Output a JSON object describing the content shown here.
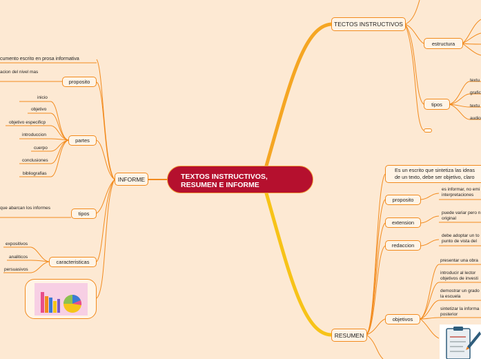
{
  "central": {
    "line1": "TEXTOS INSTRUCTIVOS,",
    "line2": "RESUMEN E INFORME"
  },
  "textos": {
    "title": "TECTOS INSTRUCTIVOS",
    "estructura": "estructura",
    "tipos": "tipos",
    "tipos_items": [
      "textu",
      "grafic",
      "textu",
      "audio"
    ]
  },
  "informe": {
    "title": "INFORME",
    "definition": "cumento escrito en prosa informativa",
    "proposito": "proposito",
    "proposito_text": "acion del nivel mas",
    "partes": "partes",
    "partes_items": [
      "inicio",
      "objetivo",
      "objetivo especificp",
      "introduccion",
      "cuerpo",
      "conclusiones",
      "bibliografias"
    ],
    "tipos": "tipos",
    "tipos_text": "que abarcan los informes",
    "caracteristicas": "caracteristicas",
    "caracteristicas_items": [
      "expositivos",
      "analiticos",
      "persuasivos"
    ]
  },
  "resumen": {
    "title": "RESUMEN",
    "definition_line1": "Es un escrito que sintetiza las ideas",
    "definition_line2": "de un texto, debe ser objetivo, claro",
    "proposito": "proposito",
    "proposito_line1": "es informar, no emi",
    "proposito_line2": "interpretaciones",
    "extension": "extension",
    "extension_line1": "puede variar pero n",
    "extension_line2": "original",
    "redaccion": "redaccion",
    "redaccion_line1": "debe adoptar un to",
    "redaccion_line2": "punto de vista del",
    "objetivos": "objetivos",
    "objetivos_items": [
      [
        "presentar una obra",
        ""
      ],
      [
        "introducir al lector",
        "objetivos de investi"
      ],
      [
        "demostrar un grado",
        "la escuela"
      ],
      [
        "sintetizar la informa",
        "posterior"
      ]
    ]
  },
  "colors": {
    "central": "#b5102e",
    "branch": "#f28a1c",
    "background": "#fde9d3",
    "node": "#fff4e6"
  }
}
